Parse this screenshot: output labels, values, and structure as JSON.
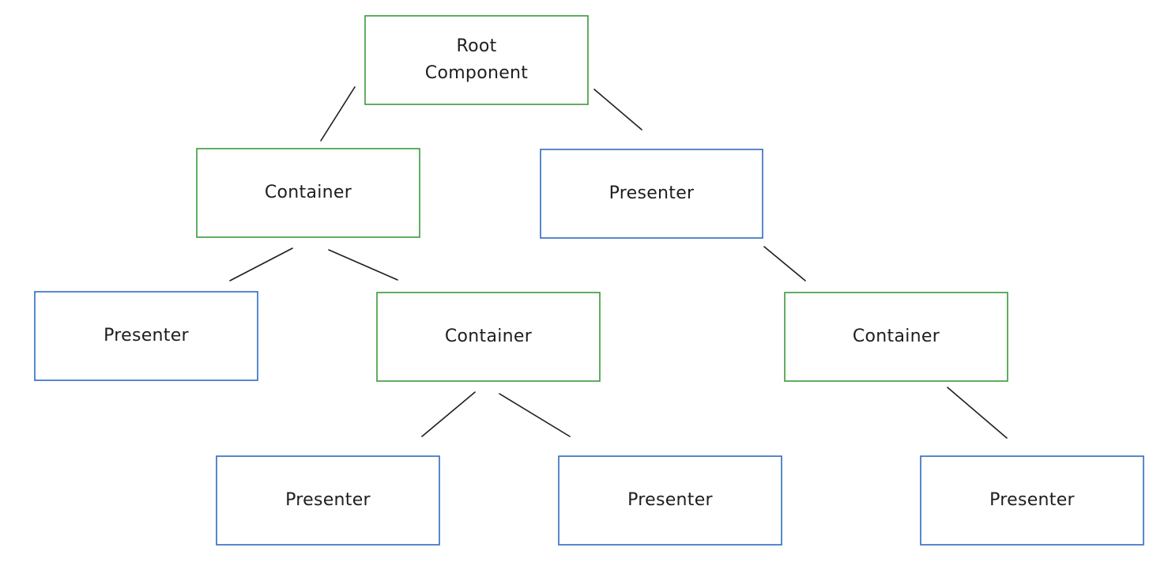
{
  "diagram": {
    "colors": {
      "container": "#3a9a3a",
      "presenter": "#2f6bc0",
      "edge": "#1e1e1e",
      "text": "#1e1e1e"
    },
    "nodes": [
      {
        "id": "root",
        "kind": "container",
        "lines": [
          "Root",
          "Component"
        ]
      },
      {
        "id": "c1",
        "kind": "container",
        "lines": [
          "Container"
        ]
      },
      {
        "id": "p1",
        "kind": "presenter",
        "lines": [
          "Presenter"
        ]
      },
      {
        "id": "p2",
        "kind": "presenter",
        "lines": [
          "Presenter"
        ]
      },
      {
        "id": "c2",
        "kind": "container",
        "lines": [
          "Container"
        ]
      },
      {
        "id": "c3",
        "kind": "container",
        "lines": [
          "Container"
        ]
      },
      {
        "id": "p3",
        "kind": "presenter",
        "lines": [
          "Presenter"
        ]
      },
      {
        "id": "p4",
        "kind": "presenter",
        "lines": [
          "Presenter"
        ]
      },
      {
        "id": "p5",
        "kind": "presenter",
        "lines": [
          "Presenter"
        ]
      }
    ],
    "edges": [
      {
        "from": "root",
        "to": "c1"
      },
      {
        "from": "root",
        "to": "p1"
      },
      {
        "from": "c1",
        "to": "p2"
      },
      {
        "from": "c1",
        "to": "c2"
      },
      {
        "from": "p1",
        "to": "c3"
      },
      {
        "from": "c2",
        "to": "p3"
      },
      {
        "from": "c2",
        "to": "p4"
      },
      {
        "from": "c3",
        "to": "p5"
      }
    ]
  }
}
